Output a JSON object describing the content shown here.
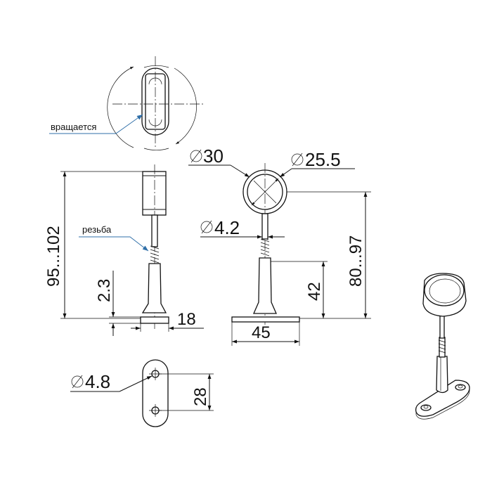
{
  "labels": {
    "rotates_note": "вращается",
    "thread_note": "резьба"
  },
  "dimensions": {
    "ring_outer": "30",
    "ring_inner": "25.5",
    "stem_diameter": "4.2",
    "height_side": "95...102",
    "height_front": "80...97",
    "base_thickness": "2.3",
    "base_width_side": "18",
    "base_width_front": "45",
    "lower_height": "42",
    "hole_diameter": "4.8",
    "hole_spacing": "28"
  },
  "colors": {
    "line": "#111111",
    "leader": "#2f6fa8"
  }
}
